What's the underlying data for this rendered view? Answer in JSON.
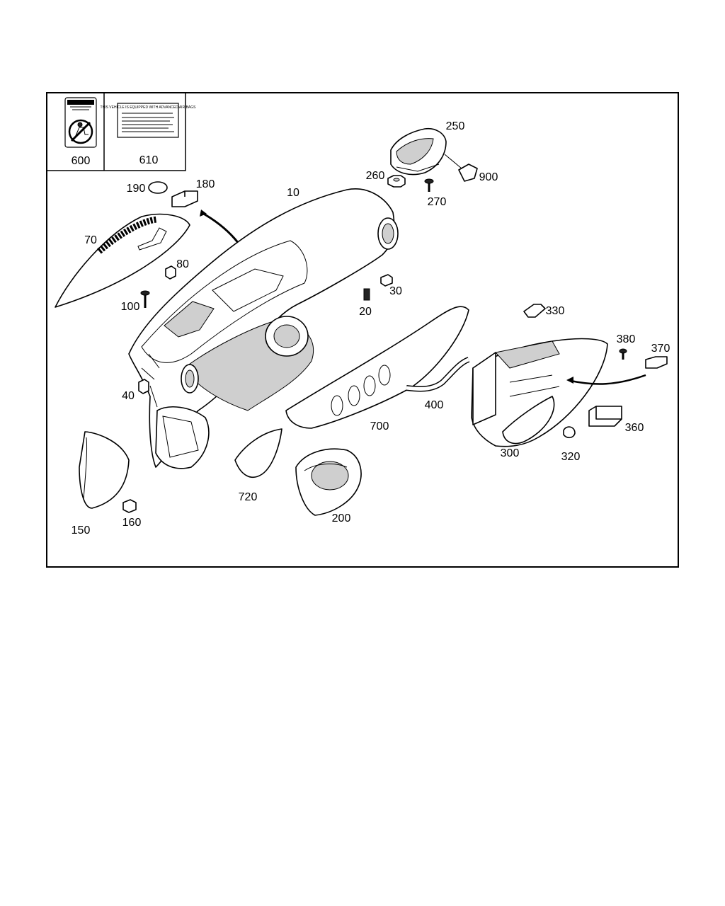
{
  "diagram": {
    "label_box": {
      "warning_sticker": {
        "callout": "600"
      },
      "airbag_label": {
        "callout": "610",
        "heading": "THIS VEHICLE IS EQUIPPED WITH ADVANCED AIR BAGS"
      }
    },
    "callouts": [
      {
        "id": "10",
        "name": "dashboard-carrier"
      },
      {
        "id": "20",
        "name": "clip"
      },
      {
        "id": "30",
        "name": "clip"
      },
      {
        "id": "40",
        "name": "clip"
      },
      {
        "id": "70",
        "name": "upper-trim-panel"
      },
      {
        "id": "80",
        "name": "clip"
      },
      {
        "id": "100",
        "name": "screw"
      },
      {
        "id": "150",
        "name": "side-trim-panel"
      },
      {
        "id": "160",
        "name": "clip"
      },
      {
        "id": "180",
        "name": "pad"
      },
      {
        "id": "190",
        "name": "cap"
      },
      {
        "id": "200",
        "name": "steering-column-shroud"
      },
      {
        "id": "250",
        "name": "passenger-airbag-module"
      },
      {
        "id": "260",
        "name": "nut"
      },
      {
        "id": "270",
        "name": "screw"
      },
      {
        "id": "300",
        "name": "glove-box"
      },
      {
        "id": "320",
        "name": "clip"
      },
      {
        "id": "330",
        "name": "switch"
      },
      {
        "id": "360",
        "name": "compartment-insert"
      },
      {
        "id": "370",
        "name": "lock"
      },
      {
        "id": "380",
        "name": "screw"
      },
      {
        "id": "400",
        "name": "hose"
      },
      {
        "id": "700",
        "name": "trim-strip"
      },
      {
        "id": "720",
        "name": "cover"
      },
      {
        "id": "900",
        "name": "label"
      }
    ]
  }
}
